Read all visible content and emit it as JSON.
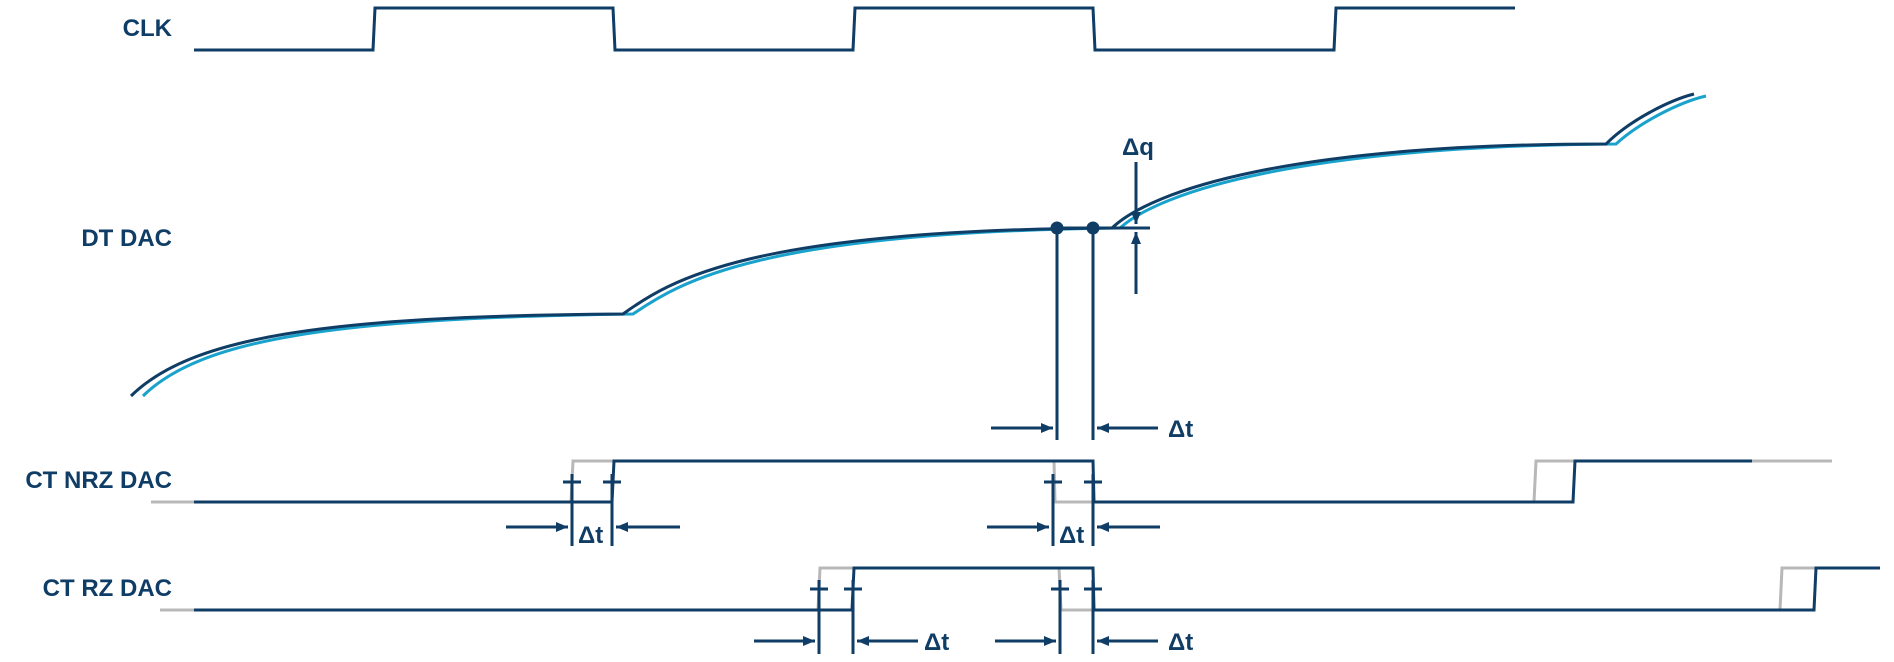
{
  "labels": {
    "clk": "CLK",
    "dt_dac": "DT DAC",
    "ct_nrz_dac": "CT NRZ DAC",
    "ct_rz_dac": "CT RZ DAC"
  },
  "annotations": {
    "delta_q": "Δq",
    "delta_t": "Δt"
  },
  "colors": {
    "primary": "#0f3d66",
    "secondary": "#19a2cc",
    "ghost": "#b8b8b8"
  }
}
